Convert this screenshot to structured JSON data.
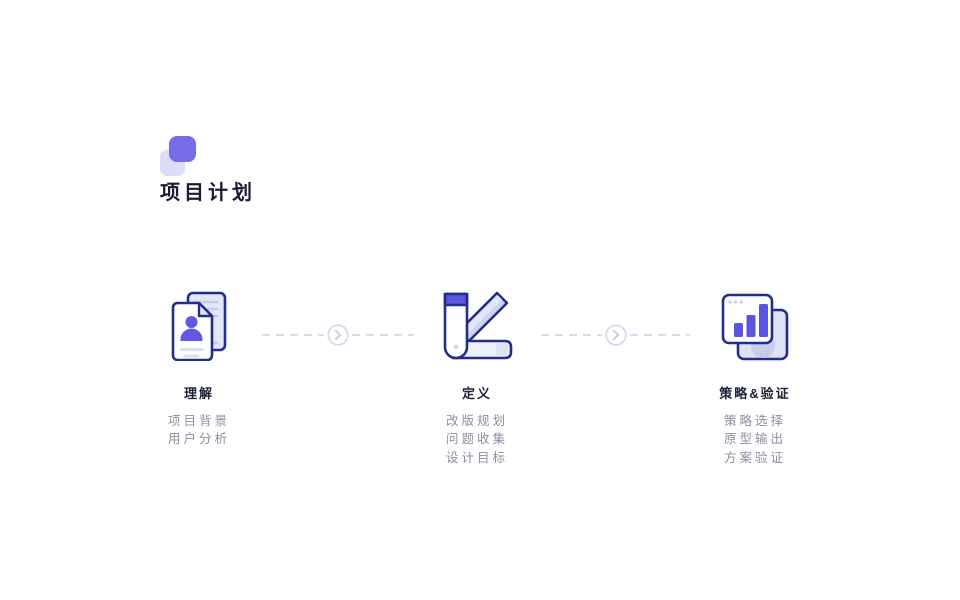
{
  "header": {
    "title": "项目计划"
  },
  "flow": {
    "stages": [
      {
        "title": "理解",
        "icon": "user-documents-icon",
        "items": [
          "项目背景",
          "用户分析"
        ]
      },
      {
        "title": "定义",
        "icon": "design-swatches-icon",
        "items": [
          "改版规划",
          "问题收集",
          "设计目标"
        ]
      },
      {
        "title": "策略&验证",
        "icon": "chart-window-icon",
        "items": [
          "策略选择",
          "原型输出",
          "方案验证"
        ]
      }
    ],
    "connector_icon": "chevron-right-icon"
  },
  "colors": {
    "accent_purple": "#6f67e8",
    "icon_fill_purple": "#5d58e2",
    "outline_navy": "#232d8e",
    "lavender_light": "#dcdef6",
    "dash_line": "#d7daf1",
    "chevron": "#c4c8ea",
    "title_text": "#191d31",
    "stage_title_text": "#1d2136",
    "item_text": "#8b90a0",
    "background": "#ffffff"
  }
}
